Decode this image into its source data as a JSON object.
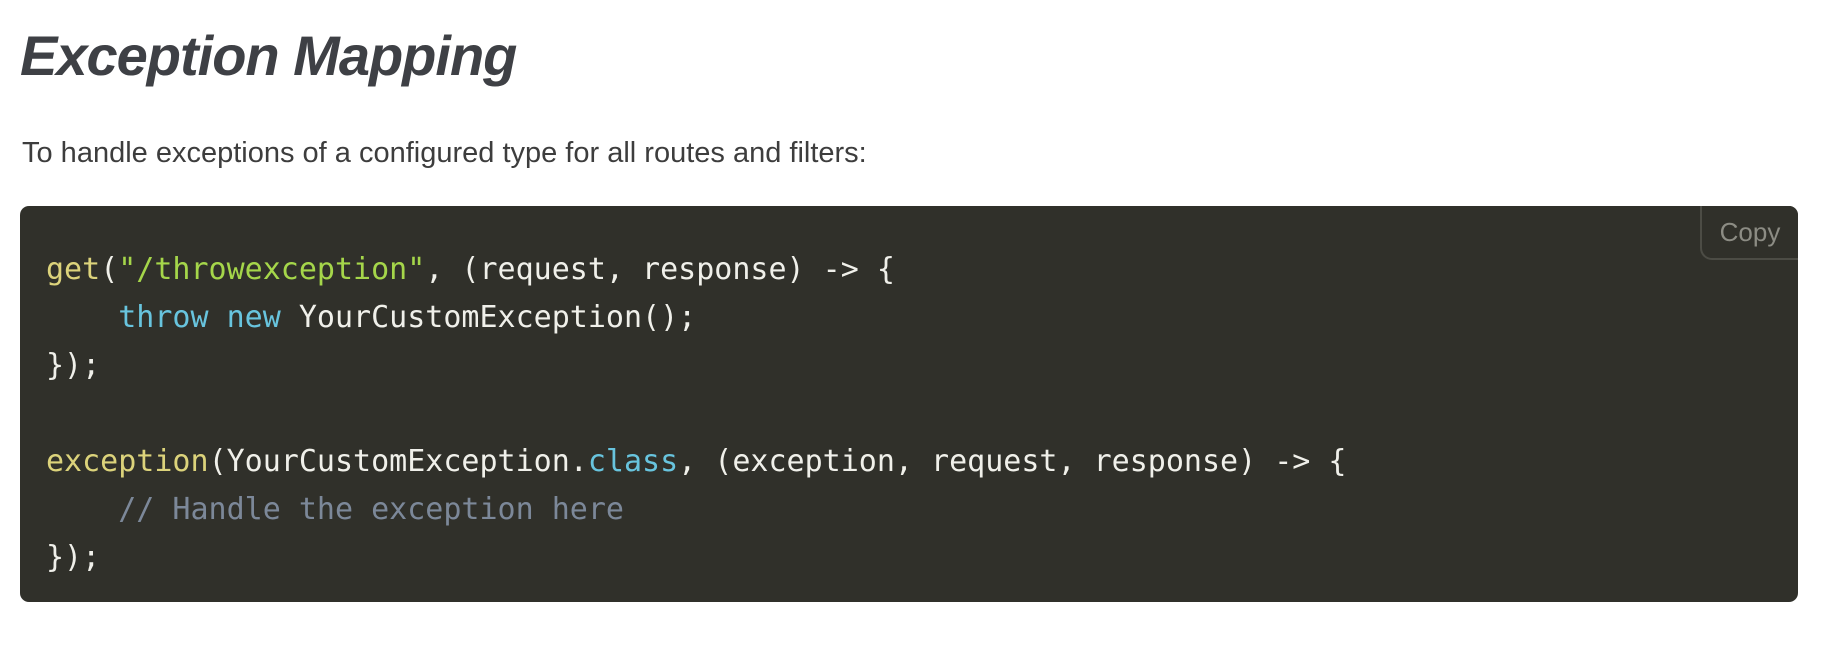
{
  "colors": {
    "page_bg": "#ffffff",
    "heading_text": "#3e4045",
    "body_text": "#3d3d3d",
    "code_bg": "#30302a",
    "code_plain": "#f0f0ea",
    "code_function": "#dcd37b",
    "code_string": "#a5d64a",
    "code_keyword": "#68c4de",
    "code_comment": "#7c8899",
    "copy_text": "#8c8c84",
    "copy_border": "#4c4c45"
  },
  "header": {
    "title": "Exception Mapping"
  },
  "intro": {
    "text": "To handle exceptions of a configured type for all routes and filters:"
  },
  "code_block": {
    "language": "java",
    "copy_button_label": "Copy",
    "lines": [
      {
        "segments": [
          {
            "text": "get",
            "token": "function"
          },
          {
            "text": "(",
            "token": "plain"
          },
          {
            "text": "\"/throwexception\"",
            "token": "string"
          },
          {
            "text": ", (request, response) -> {",
            "token": "plain"
          }
        ]
      },
      {
        "segments": [
          {
            "text": "    ",
            "token": "plain"
          },
          {
            "text": "throw new",
            "token": "keyword"
          },
          {
            "text": " YourCustomException();",
            "token": "plain"
          }
        ]
      },
      {
        "segments": [
          {
            "text": "});",
            "token": "plain"
          }
        ]
      },
      {
        "segments": []
      },
      {
        "segments": [
          {
            "text": "exception",
            "token": "function"
          },
          {
            "text": "(YourCustomException.",
            "token": "plain"
          },
          {
            "text": "class",
            "token": "keyword"
          },
          {
            "text": ", (exception, request, response) -> {",
            "token": "plain"
          }
        ]
      },
      {
        "segments": [
          {
            "text": "    ",
            "token": "plain"
          },
          {
            "text": "// Handle the exception here",
            "token": "comment"
          }
        ]
      },
      {
        "segments": [
          {
            "text": "});",
            "token": "plain"
          }
        ]
      }
    ]
  }
}
